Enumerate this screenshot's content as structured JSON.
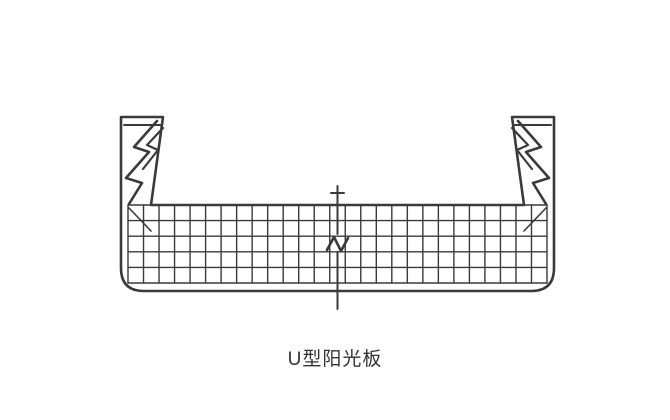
{
  "caption": {
    "text": "U型阳光板"
  },
  "colors": {
    "line": "#3a3a3a",
    "background": "#ffffff",
    "caption": "#333333"
  },
  "diagram": {
    "name": "U-shaped sunlight panel cross-section",
    "grid": {
      "columns": 27,
      "rows": 5
    }
  }
}
